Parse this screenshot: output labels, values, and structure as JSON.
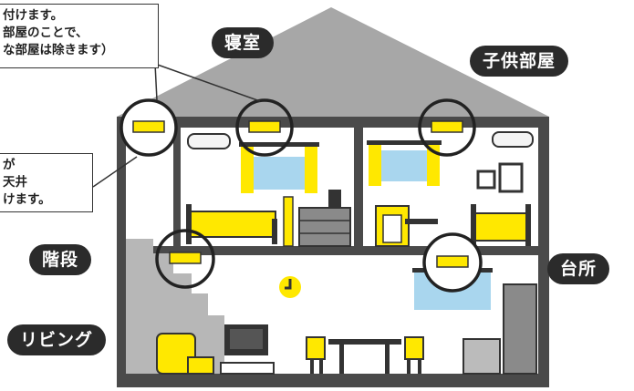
{
  "labels": {
    "bedroom": "寝室",
    "kids_room": "子供部屋",
    "stairs": "階段",
    "kitchen": "台所",
    "living": "リビング"
  },
  "callout_top": {
    "line1": "付けます。",
    "line2": "部屋のことで、",
    "line3": "な部屋は除きます）"
  },
  "callout_left": {
    "line1": "が",
    "line2": "天井",
    "line3": "けます。"
  },
  "colors": {
    "accent_yellow": "#ffe800",
    "window_blue": "#a9d6ee",
    "wall_gray": "#a7a7a7",
    "dark": "#2b2b2b"
  },
  "icons": [
    "smoke-detector-icon",
    "air-conditioner-icon",
    "bed-icon",
    "dresser-icon",
    "clock-icon",
    "chair-icon",
    "table-icon",
    "sofa-icon",
    "tv-icon",
    "refrigerator-icon",
    "stove-icon",
    "picture-frame-icon"
  ]
}
